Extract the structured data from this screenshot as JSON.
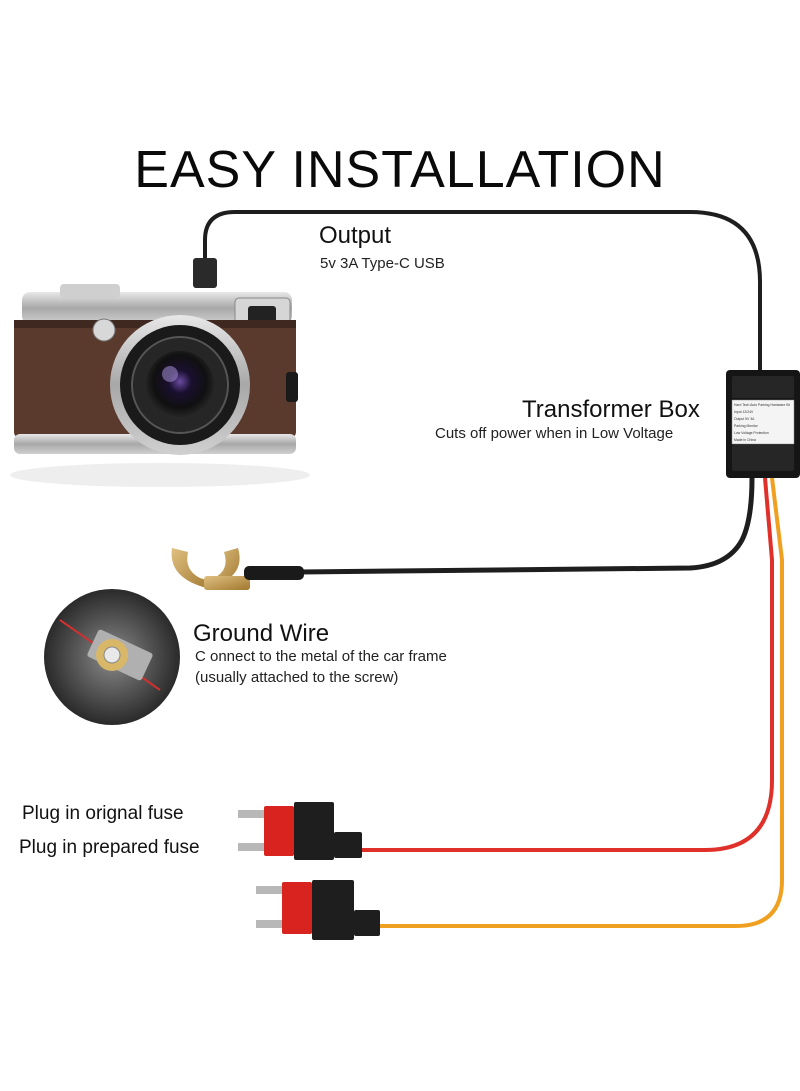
{
  "title": "EASY INSTALLATION",
  "output": {
    "heading": "Output",
    "detail": "5v 3A Type-C USB"
  },
  "transformer": {
    "heading": "Transformer Box",
    "detail": "Cuts off power when in Low Voltage",
    "sticker_lines": [
      "Hard Tech Auto Parking Hardware Kit",
      "Input 12/24V",
      "Output 5V 3A",
      "Parking Monitor",
      "Low Voltage Protection",
      "Made in China"
    ]
  },
  "ground": {
    "heading": "Ground Wire",
    "line1": "C onnect to the metal of the car frame",
    "line2": "(usually attached to the screw)"
  },
  "fuse_labels": {
    "original": "Plug in orignal fuse",
    "prepared": "Plug in prepared fuse"
  },
  "colors": {
    "background": "#ffffff",
    "black_wire": "#1e1e1e",
    "red_wire": "#e0302a",
    "yellow_wire": "#f0a020",
    "fuse_red": "#d8231e",
    "ground_lug": "#c8a050",
    "camera_leather": "#5a3a2c"
  }
}
